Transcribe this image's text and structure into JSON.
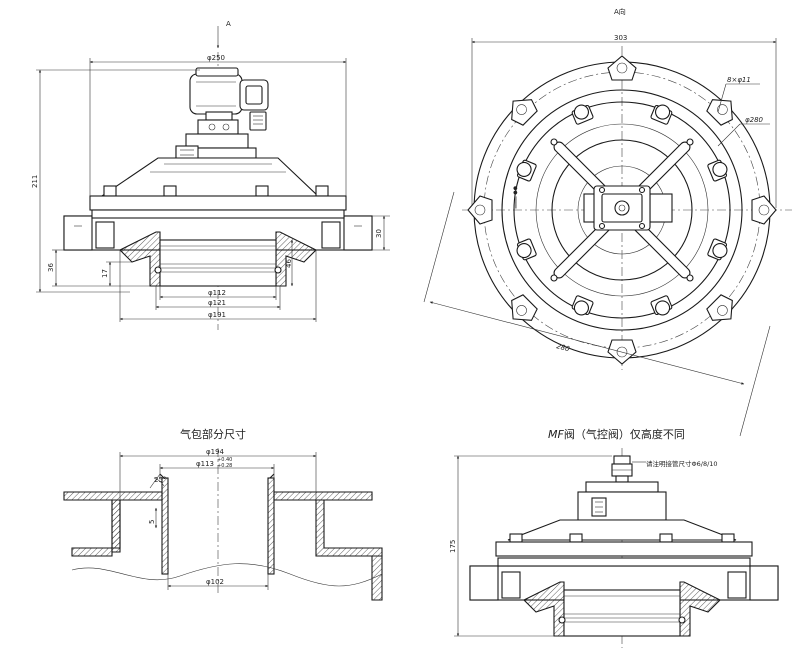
{
  "views": {
    "front": {
      "arrow_label": "A",
      "dims": {
        "top_dia": "φ250",
        "height": "211",
        "flange_h": "30",
        "inlet_h": "36",
        "thread_h": "17",
        "thread_len": "46",
        "d1": "φ112",
        "d2": "φ121",
        "d3": "φ191"
      }
    },
    "top": {
      "title": "A向",
      "dims": {
        "width": "303",
        "holes": "8×φ11",
        "pcd": "φ280",
        "diag": "280"
      }
    },
    "section": {
      "title": "气包部分尺寸",
      "dims": {
        "d_outer": "φ194",
        "d_bore": "φ113",
        "tol_up": "+0.40",
        "tol_down": "+0.28",
        "angle": "25°",
        "depth": "5",
        "d_bottom": "φ102"
      }
    },
    "mf": {
      "title_prefix": "MF",
      "title_rest": "阀（气控阀）仅高度不同",
      "note": "请注明接管尺寸Φ6/8/10",
      "dims": {
        "height": "175"
      }
    }
  }
}
